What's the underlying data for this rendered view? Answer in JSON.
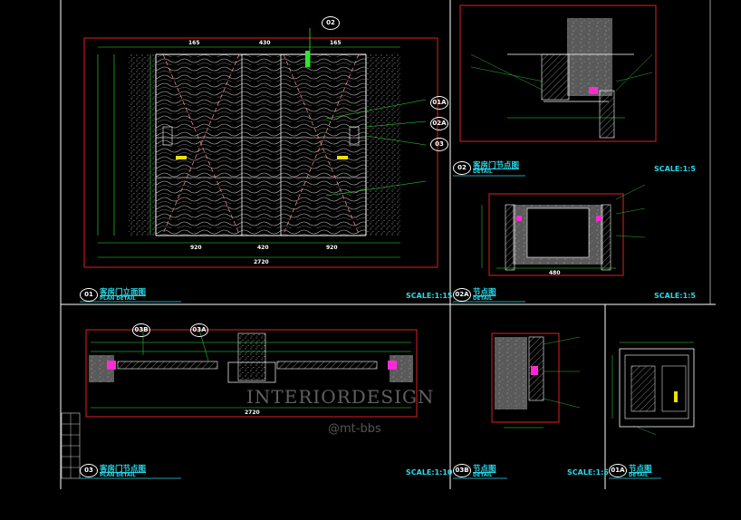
{
  "sheet": {
    "main_elevation": {
      "number": "01",
      "title": "客房门立面图",
      "subtitle": "PLAN DETAIL",
      "scale": "SCALE:1:15",
      "dims_top": [
        "165",
        "430",
        "165"
      ],
      "dims_bottom": [
        "920",
        "420",
        "920"
      ],
      "dim_total": "2720",
      "callouts": [
        "02",
        "01A",
        "02A",
        "03"
      ]
    },
    "plan_detail": {
      "number": "03",
      "title": "客房门节点图",
      "subtitle": "PLAN DETAIL",
      "scale": "SCALE:1:10",
      "dim_total": "2720",
      "callouts": [
        "03B",
        "03A"
      ]
    },
    "detail_02": {
      "number": "02",
      "title": "客房门节点图",
      "subtitle": "DETAIL",
      "scale": "SCALE:1:5"
    },
    "detail_02a": {
      "number": "02A",
      "title": "节点图",
      "subtitle": "DETAIL",
      "scale": "SCALE:1:5",
      "dim_bottom": "480"
    },
    "detail_03b": {
      "number": "03B",
      "title": "节点图",
      "subtitle": "DETAIL",
      "scale": "SCALE:1:5"
    },
    "detail_01a": {
      "number": "01A",
      "title": "节点图",
      "subtitle": "DETAIL"
    },
    "watermark": {
      "brand": "INTERIORDESIGN",
      "handle": "@mt-bbs"
    }
  }
}
